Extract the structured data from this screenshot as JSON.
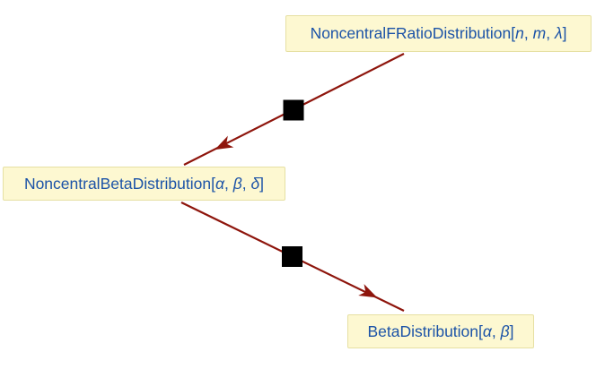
{
  "theme": {
    "background": "#ffffff",
    "node_fill": "#FDF8D1",
    "node_border": "#E6E0A3",
    "node_text": "#1C53A7",
    "edge_color": "#8E150C",
    "square_color": "#000000"
  },
  "nodes": [
    {
      "name": "NoncentralFRatioDistribution",
      "bracket_open": "[",
      "params": [
        "n",
        "m",
        "λ"
      ],
      "sep": ", ",
      "bracket_close": "]"
    },
    {
      "name": "NoncentralBetaDistribution",
      "bracket_open": "[",
      "params": [
        "α",
        "β",
        "δ"
      ],
      "sep": ", ",
      "bracket_close": "]"
    },
    {
      "name": "BetaDistribution",
      "bracket_open": "[",
      "params": [
        "α",
        "β"
      ],
      "sep": ", ",
      "bracket_close": "]"
    }
  ],
  "edges": [
    {
      "from": "NoncentralFRatioDistribution",
      "to": "NoncentralBetaDistribution",
      "midpoint_marker": "filled-square",
      "style": "arrow"
    },
    {
      "from": "NoncentralBetaDistribution",
      "to": "BetaDistribution",
      "midpoint_marker": "filled-square",
      "style": "arrow"
    }
  ]
}
